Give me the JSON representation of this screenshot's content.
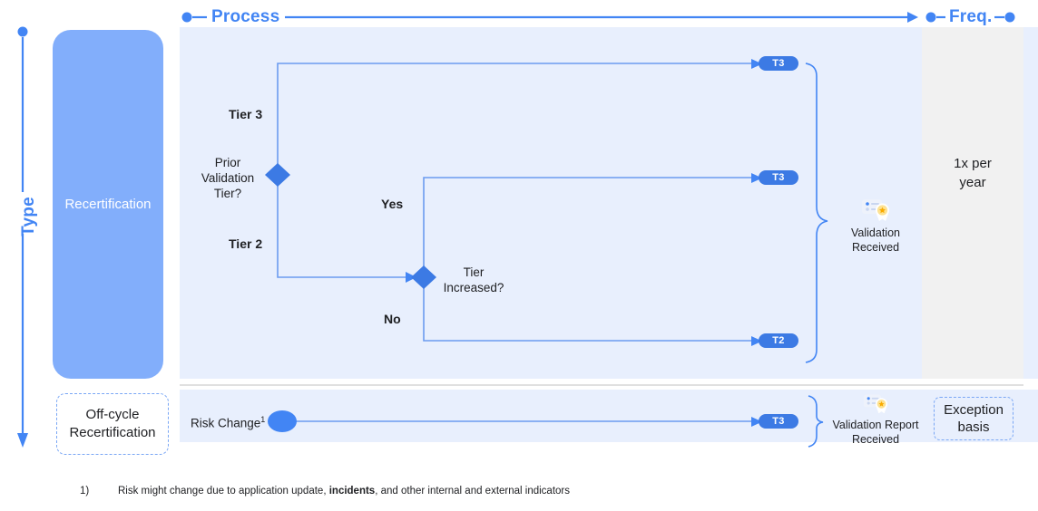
{
  "axes": {
    "top_left_label": "Process",
    "top_right_label": "Freq.",
    "left_label": "Type",
    "accent": "#4285f4"
  },
  "type_column": {
    "recertification_label": "Recertification",
    "offcycle_label_line1": "Off-cycle",
    "offcycle_label_line2": "Recertification"
  },
  "process": {
    "decision1": {
      "line1": "Prior",
      "line2": "Validation",
      "line3": "Tier?",
      "branch_upper": "Tier 3",
      "branch_lower": "Tier 2"
    },
    "decision2": {
      "line1": "Tier",
      "line2": "Increased?",
      "branch_upper": "Yes",
      "branch_lower": "No"
    },
    "badges": {
      "tier3_top": "T3",
      "tier3_mid": "T3",
      "tier2_bottom": "T2",
      "tier3_offcycle": "T3"
    },
    "validation_main": {
      "line1": "Validation",
      "line2": "Received",
      "icon": "award-badge-icon"
    },
    "validation_offcycle": {
      "line1": "Validation Report",
      "line2": "Received",
      "icon": "award-badge-icon"
    },
    "risk_change_label": "Risk Change",
    "risk_change_superscript": "1"
  },
  "frequency": {
    "main_line1": "1x per",
    "main_line2": "year",
    "offcycle_line1": "Exception",
    "offcycle_line2": "basis"
  },
  "footnote": {
    "marker": "1)",
    "text_before": "Risk might change due to application update, ",
    "text_bold": "incidents",
    "text_after": ", and other internal and external indicators"
  },
  "colors": {
    "accent_blue": "#4285f4",
    "pill_blue": "#82aefb",
    "badge_blue": "#3c7ae4",
    "panel_blue": "#e8effd",
    "panel_gray": "#f1f1f1",
    "line_blue": "#6b9cf0"
  }
}
